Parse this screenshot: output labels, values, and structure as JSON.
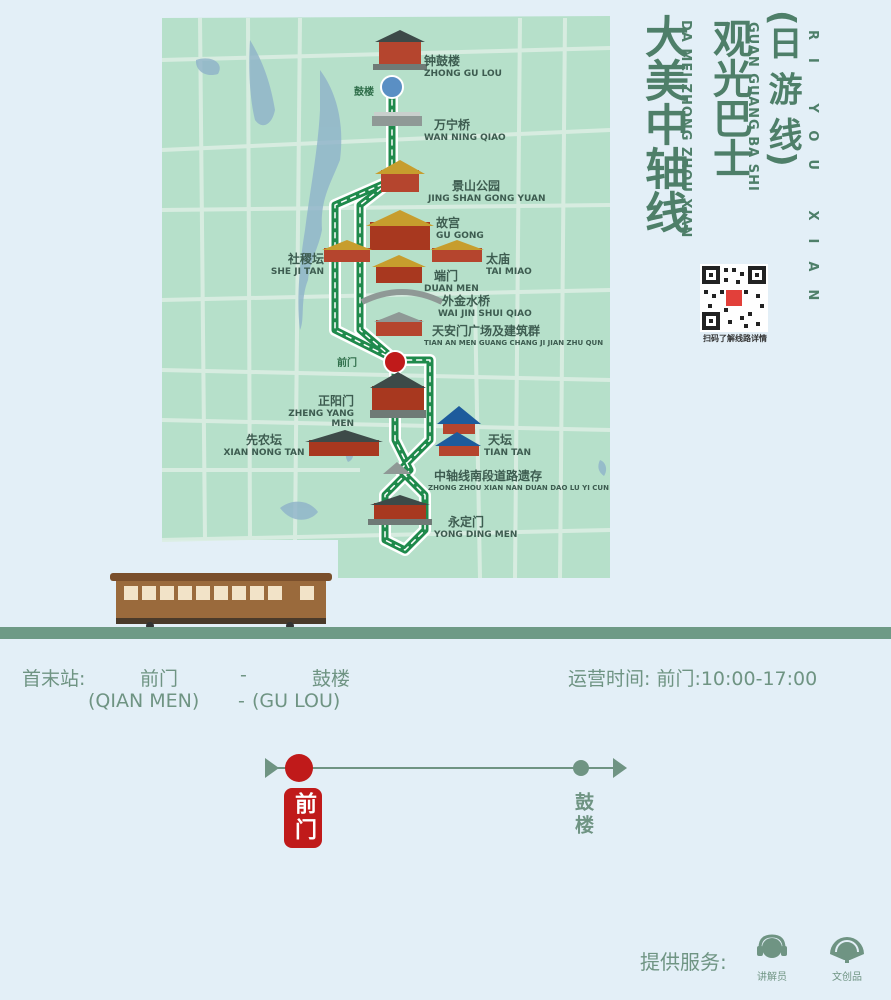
{
  "title": {
    "main": "大美中轴线",
    "main_pinyin": "DA MEI ZHONG ZHOU XIAN",
    "sub": "观光巴士",
    "sub_pinyin": "GUAN GUANG BA SHI",
    "day": "(日 游 线)",
    "day_pinyin": "RI YOU XIAN"
  },
  "qr_caption": "扫码了解线路详情",
  "map_labels": {
    "gulou_station": "鼓楼",
    "qianmen_station": "前门"
  },
  "landmarks": [
    {
      "zh": "钟鼓楼",
      "en": "ZHONG GU LOU"
    },
    {
      "zh": "万宁桥",
      "en": "WAN NING QIAO"
    },
    {
      "zh": "景山公园",
      "en": "JING SHAN GONG YUAN"
    },
    {
      "zh": "故宫",
      "en": "GU GONG"
    },
    {
      "zh": "社稷坛",
      "en": "SHE JI TAN"
    },
    {
      "zh": "太庙",
      "en": "TAI MIAO"
    },
    {
      "zh": "端门",
      "en": "DUAN MEN"
    },
    {
      "zh": "外金水桥",
      "en": "WAI JIN SHUI QIAO"
    },
    {
      "zh": "天安门广场及建筑群",
      "en": "TIAN AN MEN GUANG CHANG JI JIAN ZHU QUN"
    },
    {
      "zh": "正阳门",
      "en": "ZHENG YANG MEN"
    },
    {
      "zh": "先农坛",
      "en": "XIAN NONG TAN"
    },
    {
      "zh": "天坛",
      "en": "TIAN TAN"
    },
    {
      "zh": "中轴线南段道路遗存",
      "en": "ZHONG ZHOU XIAN NAN DUAN DAO LU YI CUN"
    },
    {
      "zh": "永定门",
      "en": "YONG DING MEN"
    }
  ],
  "terminals": {
    "label": "首末站:",
    "start_zh": "前门",
    "dash": "-",
    "end_zh": "鼓楼",
    "start_en": "(QIAN MEN)",
    "end_en": "(GU LOU)",
    "en_dash": "-"
  },
  "hours": "运营时间: 前门:10:00-17:00",
  "route_stops": [
    {
      "name": "前门",
      "current": true
    },
    {
      "name": "鼓楼",
      "current": false
    }
  ],
  "services": {
    "label": "提供服务:",
    "items": [
      {
        "name": "讲解员",
        "icon": "headset-icon"
      },
      {
        "name": "文创品",
        "icon": "fan-icon"
      }
    ]
  },
  "colors": {
    "route": "#1f8a4c",
    "map_green": "#b5e0c9",
    "water": "#8fb2c8",
    "current_stop": "#c01a1a",
    "gulou_stop": "#5a8fc4",
    "ground": "#6e9a86",
    "tram": "#9a6a3c"
  }
}
